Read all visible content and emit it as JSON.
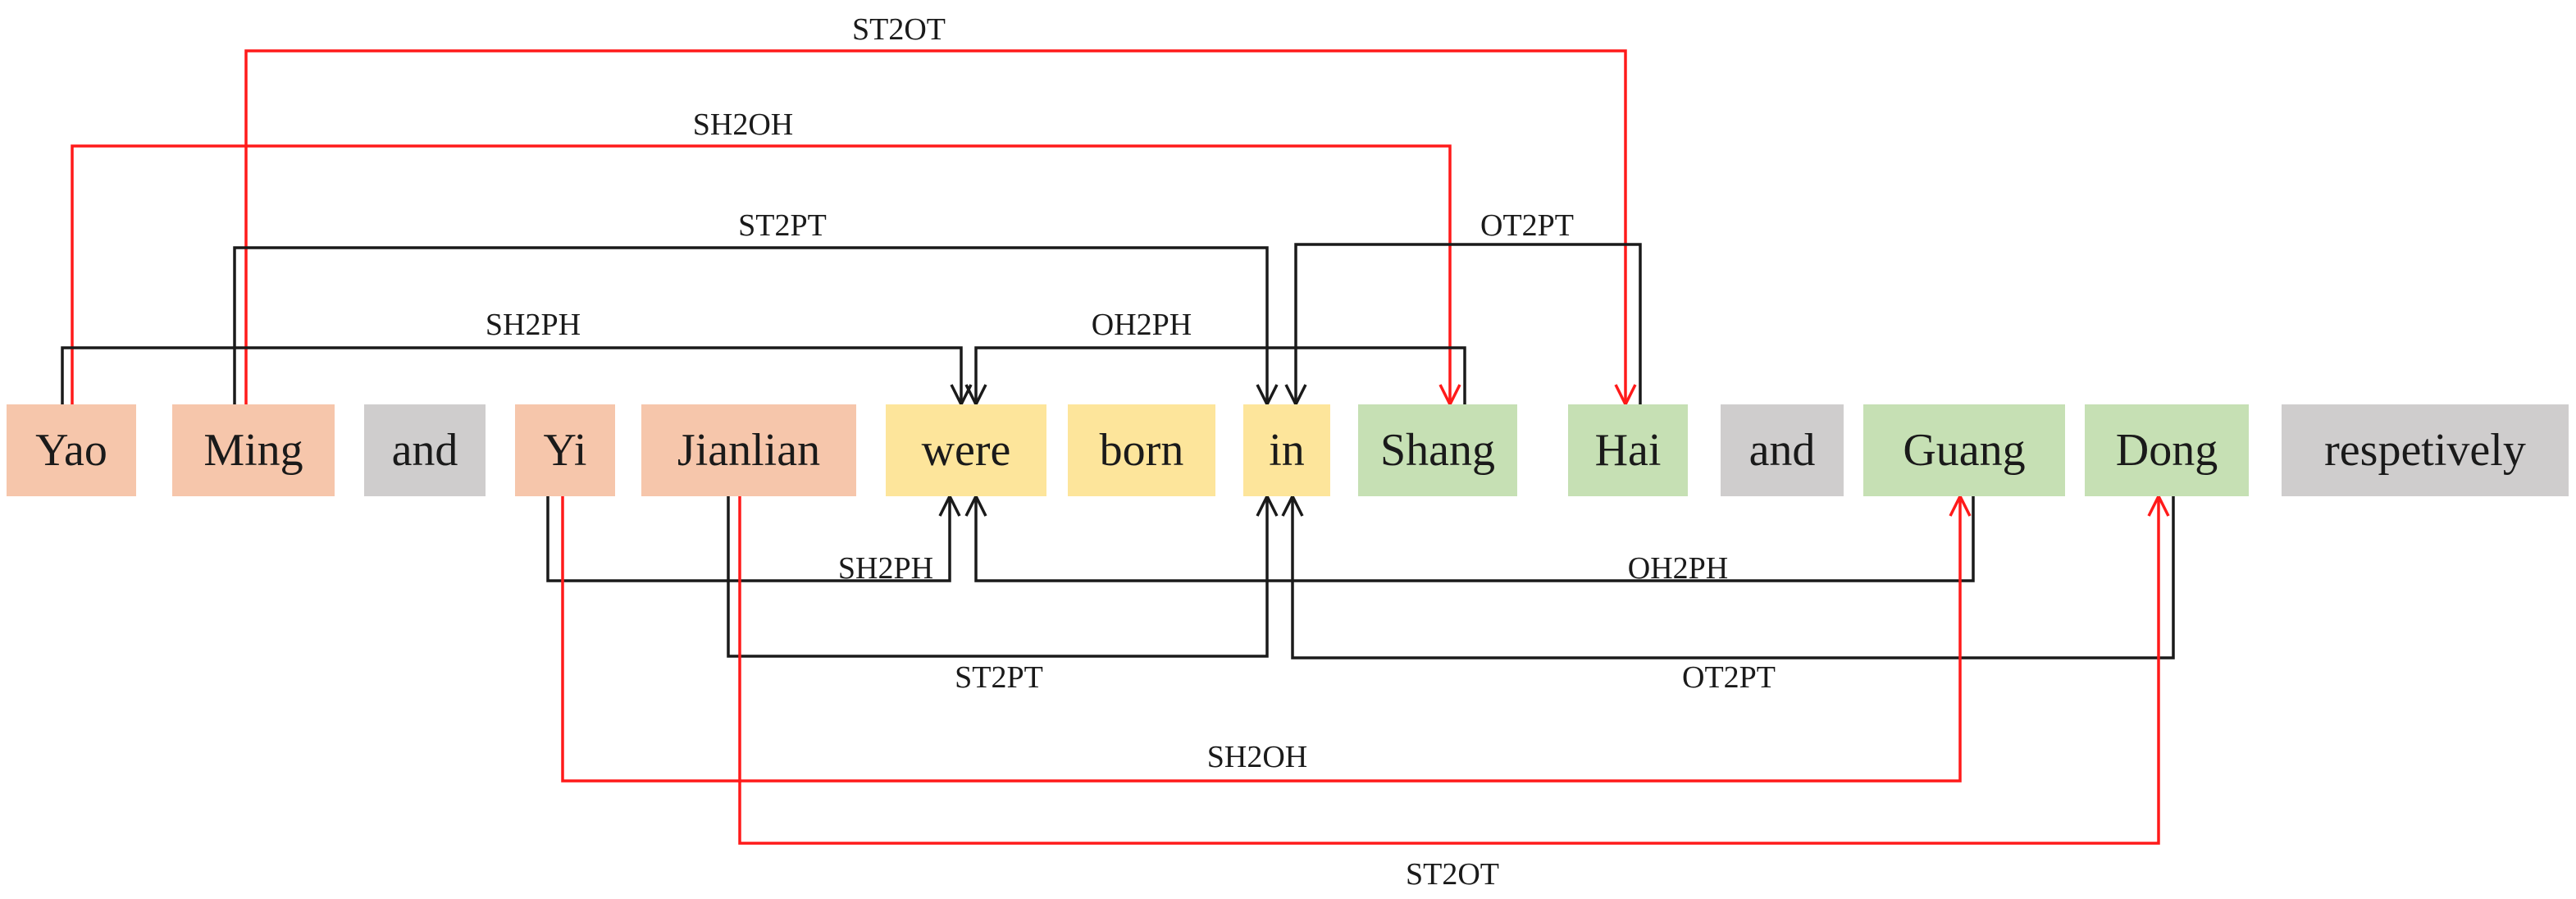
{
  "colors": {
    "subject": "#f6c6ab",
    "predicate": "#fde59b",
    "object": "#c6e0b4",
    "other": "#cfcdcd",
    "red_link": "#ff1a1a",
    "black_link": "#1a1a1a"
  },
  "tokens": [
    {
      "text": "Yao",
      "role": "subject"
    },
    {
      "text": "Ming",
      "role": "subject"
    },
    {
      "text": "and",
      "role": "other"
    },
    {
      "text": "Yi",
      "role": "subject"
    },
    {
      "text": "Jianlian",
      "role": "subject"
    },
    {
      "text": "were",
      "role": "predicate"
    },
    {
      "text": "born",
      "role": "predicate"
    },
    {
      "text": "in",
      "role": "predicate"
    },
    {
      "text": "Shang",
      "role": "object"
    },
    {
      "text": "Hai",
      "role": "object"
    },
    {
      "text": "and",
      "role": "other"
    },
    {
      "text": "Guang",
      "role": "object"
    },
    {
      "text": "Dong",
      "role": "object"
    },
    {
      "text": "respetively",
      "role": "other"
    }
  ],
  "links": [
    {
      "label": "ST2OT",
      "from": 1,
      "to": 9,
      "side": "above",
      "color": "red"
    },
    {
      "label": "SH2OH",
      "from": 0,
      "to": 8,
      "side": "above",
      "color": "red"
    },
    {
      "label": "ST2PT",
      "from": 1,
      "to": 7,
      "side": "above",
      "color": "black"
    },
    {
      "label": "OT2PT",
      "from": 9,
      "to": 7,
      "side": "above",
      "color": "black"
    },
    {
      "label": "SH2PH",
      "from": 0,
      "to": 5,
      "side": "above",
      "color": "black"
    },
    {
      "label": "OH2PH",
      "from": 8,
      "to": 5,
      "side": "above",
      "color": "black"
    },
    {
      "label": "SH2PH",
      "from": 3,
      "to": 5,
      "side": "below",
      "color": "black"
    },
    {
      "label": "OH2PH",
      "from": 11,
      "to": 5,
      "side": "below",
      "color": "black"
    },
    {
      "label": "ST2PT",
      "from": 4,
      "to": 7,
      "side": "below",
      "color": "black"
    },
    {
      "label": "OT2PT",
      "from": 12,
      "to": 7,
      "side": "below",
      "color": "black"
    },
    {
      "label": "SH2OH",
      "from": 3,
      "to": 11,
      "side": "below",
      "color": "red"
    },
    {
      "label": "ST2OT",
      "from": 4,
      "to": 12,
      "side": "below",
      "color": "red"
    }
  ]
}
